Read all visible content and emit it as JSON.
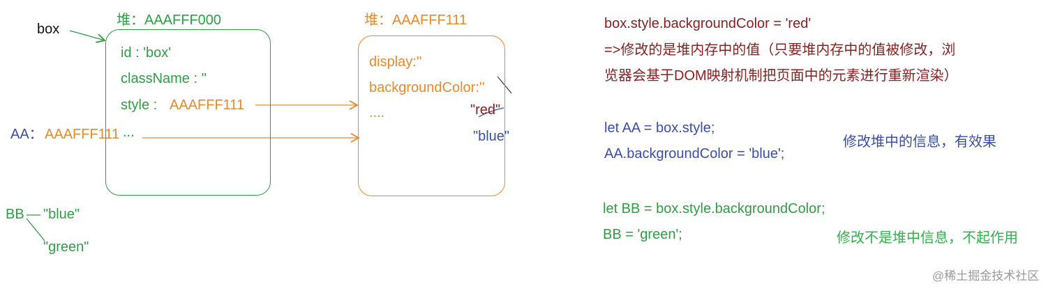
{
  "diagram": {
    "var_box": "box",
    "heap1": {
      "title": "堆：AAAFFF000",
      "lines": [
        "id : 'box'",
        "className : ''",
        "style : "
      ],
      "style_ref": "AAAFFF111"
    },
    "heap2": {
      "title": "堆：AAAFFF111",
      "lines": [
        "display:''",
        "backgroundColor:''",
        "...."
      ],
      "value_red": "\"red\"",
      "value_blue": "\"blue\""
    },
    "var_aa": {
      "name": "AA：",
      "ref": "AAAFFF111",
      "dots": "..."
    },
    "var_bb": {
      "name": "BB",
      "value_blue": "\"blue\"",
      "value_green": "\"green\""
    }
  },
  "notes": {
    "block1": [
      "box.style.backgroundColor = 'red'",
      "=>修改的是堆内存中的值（只要堆内存中的值被修改，浏",
      "览器会基于DOM映射机制把页面中的元素进行重新渲染）"
    ],
    "block2": [
      "let AA = box.style;",
      "AA.backgroundColor = 'blue';"
    ],
    "block2_note": "修改堆中的信息，有效果",
    "block3": [
      "let BB = box.style.backgroundColor;",
      "BB = 'green';"
    ],
    "block3_note": "修改不是堆中信息，不起作用"
  },
  "watermark": "@稀土掘金技术社区",
  "colors": {
    "green": "#2e9e43",
    "orange": "#e8892c",
    "darkred": "#8b1e1e",
    "blue": "#3a4ea8",
    "lime": "#2fb24a"
  }
}
